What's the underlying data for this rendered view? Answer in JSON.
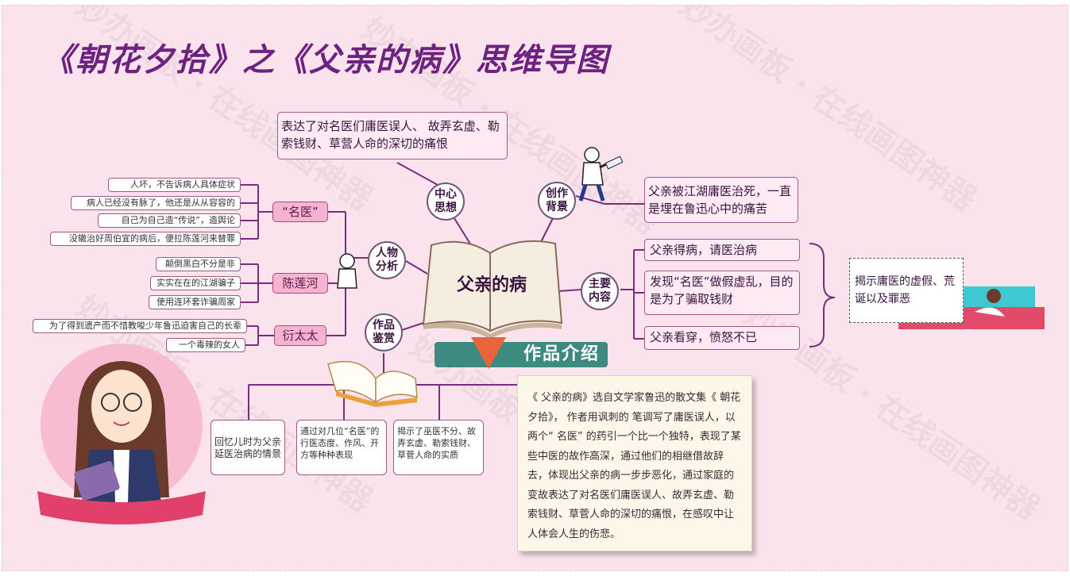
{
  "title": "《朝花夕拾》之《父亲的病》思维导图",
  "center": {
    "label": "父亲的病"
  },
  "branches": {
    "theme": {
      "label": "中心思想",
      "text": "表达了对名医们庸医误人、 故弄玄虚、勒索钱财、草营人命的深切的痛恨"
    },
    "background": {
      "label": "创作背景",
      "text": "父亲被江湖庸医治死，一直是埋在鲁迅心中的痛苦"
    },
    "characters": {
      "label": "人物分析",
      "groups": [
        {
          "name": "“名医”",
          "items": [
            "人坏，不告诉病人具体症状",
            "病人已经没有脉了，他还是从从容容的",
            "自己为自己造“传说”，造舆论",
            "没辙治好周伯宜的病后，便拉陈莲河来替罪"
          ]
        },
        {
          "name": "陈莲河",
          "items": [
            "颠倒黑白不分是非",
            "实实在在的江湖骗子",
            "使用连环套诈骗周家"
          ]
        },
        {
          "name": "衍太太",
          "items": [
            "为了得到遗产而不惜教唆少年鲁迅迫害自己的长辈",
            "一个毒辣的女人"
          ]
        }
      ]
    },
    "content": {
      "label": "主要内容",
      "items": [
        "父亲得病，请医治病",
        "发现“名医”做假虚乱，目的是为了骗取钱财",
        "父亲看穿，愤怒不已"
      ],
      "summary": "揭示庸医的虚假、荒诞以及罪恶"
    },
    "appreciation": {
      "label": "作品鉴赏",
      "items": [
        "回忆儿时为父亲延医治病的情景",
        "通过对几位“名医”的行医态度、作风、开方等种种表现",
        "揭示了巫医不分、故弄玄虚、勒索钱财、草菅人命的实质"
      ]
    }
  },
  "intro": {
    "banner": "作品介绍",
    "text": "《 父亲的病》选自文学家鲁迅的散文集《 朝花夕拾》， 作者用讽刺的 笔调写了庸医误人，以两个“ 名医” 的药引一个比一个独特，表现了某些中医的故作高深，通过他们的相继借故辞去，体现出父亲的病一步步恶化，通过家庭的变故表达了对名医们庸医误人、故弄玄虚、勒索钱财、草菅人命的深切的痛恨，在感叹中让人体会人生的伤悲。"
  },
  "watermark": "妙办画板 · 在线画图神器",
  "colors": {
    "title": "#6d2280",
    "line": "#7a2d80",
    "accent": "#e0406a",
    "banner": "#3f8a80"
  }
}
